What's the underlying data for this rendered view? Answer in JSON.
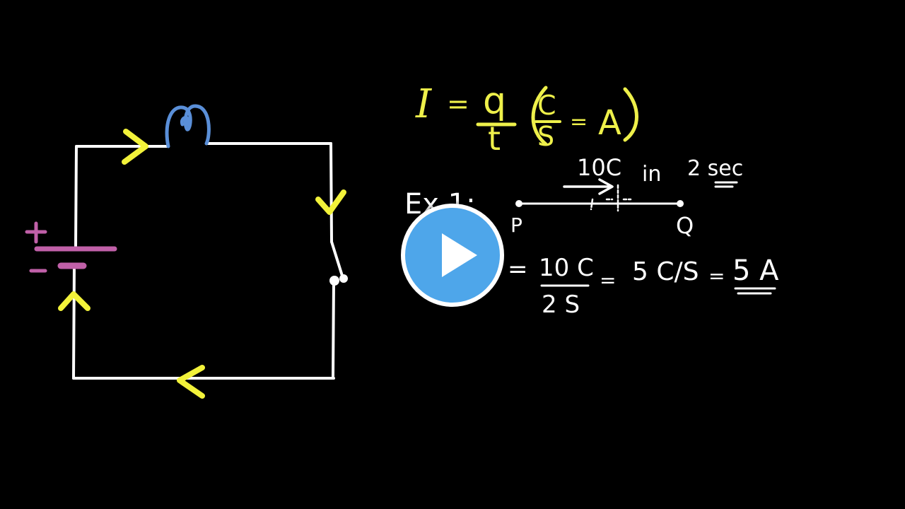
{
  "player": {
    "play_label": ""
  },
  "colors": {
    "background": "#000000",
    "wire": "#ffffff",
    "arrow": "#f2f23a",
    "bulb": "#5a8fd8",
    "battery": "#c060a8",
    "formula": "#eef04a",
    "play_fill": "#4ea6ea",
    "play_border": "#ffffff"
  },
  "icons": {
    "play": "play-icon",
    "bulb": "bulb-icon",
    "battery": "battery-icon",
    "switch": "switch-icon"
  },
  "circuit": {
    "battery_plus": "+",
    "battery_minus": "-"
  },
  "formula": {
    "lhs": "I",
    "equals": "=",
    "numerator": "q",
    "denominator": "t",
    "unit_numerator": "C",
    "unit_denominator": "S",
    "unit_equals": "=",
    "unit_result": "A"
  },
  "example": {
    "label": "Ex 1:",
    "charge": "10C",
    "in": "in",
    "time": "2 sec",
    "point_start": "P",
    "point_end": "Q",
    "calc_equals_1": "=",
    "calc_num": "10 C",
    "calc_den": "2 S",
    "calc_equals_2": "=",
    "calc_mid": "5 C/S",
    "calc_equals_3": "=",
    "calc_result": "5 A"
  }
}
